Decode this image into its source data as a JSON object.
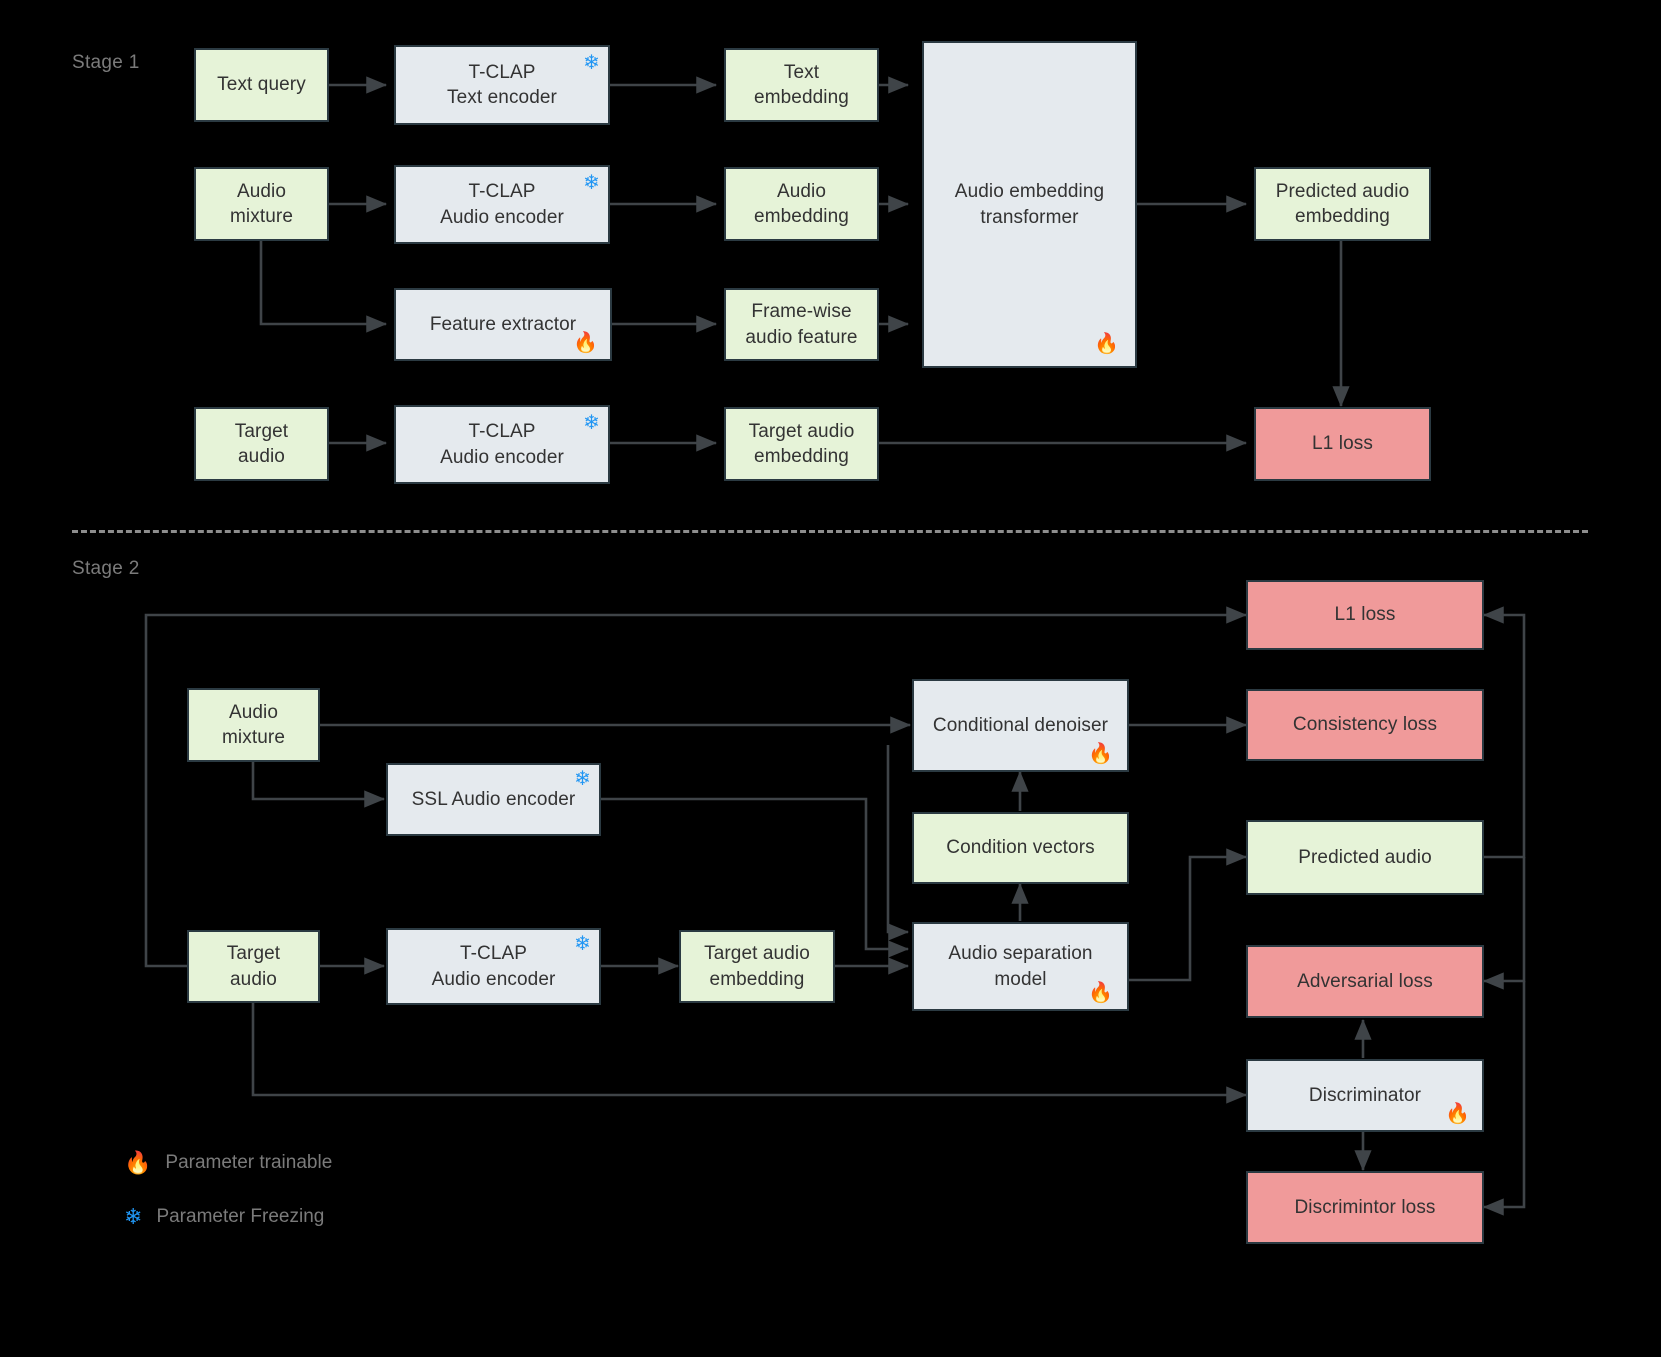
{
  "figure": {
    "stage1_label": "Stage 1",
    "stage2_label": "Stage 2"
  },
  "icons": {
    "trainable": "🔥",
    "frozen": "❄",
    "trainable_name": "fire-icon",
    "frozen_name": "snowflake-icon"
  },
  "colors": {
    "green": "#e6f3d8",
    "grey": "#e5eaee",
    "pink": "#f09a9a",
    "border": "#2b3a42",
    "wire": "#3f4448",
    "label_text": "#7b7b7b",
    "node_text": "#333333",
    "snowflake": "#2196f3",
    "background": "#000000"
  },
  "legend": [
    {
      "icon": "🔥",
      "label": "Parameter trainable",
      "kind": "fire"
    },
    {
      "icon": "❄",
      "label": "Parameter Freezing",
      "kind": "snow"
    }
  ],
  "stage1": {
    "nodes": [
      {
        "id": "text-query",
        "label": "Text query",
        "style": "green",
        "badge": "none"
      },
      {
        "id": "tclap-text-encoder",
        "label": "T-CLAP\nText encoder",
        "style": "grey",
        "badge": "frozen"
      },
      {
        "id": "text-embedding",
        "label": "Text\nembedding",
        "style": "green",
        "badge": "none"
      },
      {
        "id": "audio-mixture",
        "label": "Audio\nmixture",
        "style": "green",
        "badge": "none"
      },
      {
        "id": "tclap-audio-encoder",
        "label": "T-CLAP\nAudio encoder",
        "style": "grey",
        "badge": "frozen"
      },
      {
        "id": "audio-embedding",
        "label": "Audio\nembedding",
        "style": "green",
        "badge": "none"
      },
      {
        "id": "feature-extractor",
        "label": "Feature extractor",
        "style": "grey",
        "badge": "trainable"
      },
      {
        "id": "frame-wise-feature",
        "label": "Frame-wise\naudio feature",
        "style": "green",
        "badge": "none"
      },
      {
        "id": "audio-embedding-transformer",
        "label": "Audio embedding\ntransformer",
        "style": "grey",
        "badge": "trainable"
      },
      {
        "id": "predicted-audio-embedding",
        "label": "Predicted audio\nembedding",
        "style": "green",
        "badge": "none"
      },
      {
        "id": "target-audio",
        "label": "Target\naudio",
        "style": "green",
        "badge": "none"
      },
      {
        "id": "tclap-audio-encoder-2",
        "label": "T-CLAP\nAudio encoder",
        "style": "grey",
        "badge": "frozen"
      },
      {
        "id": "target-audio-embedding",
        "label": "Target audio\nembedding",
        "style": "green",
        "badge": "none"
      },
      {
        "id": "l1-loss",
        "label": "L1 loss",
        "style": "pink",
        "badge": "none"
      }
    ]
  },
  "stage2": {
    "nodes": [
      {
        "id": "audio-mixture-2",
        "label": "Audio\nmixture",
        "style": "green",
        "badge": "none"
      },
      {
        "id": "ssl-audio-encoder",
        "label": "SSL Audio encoder",
        "style": "grey",
        "badge": "frozen"
      },
      {
        "id": "target-audio-2",
        "label": "Target\naudio",
        "style": "green",
        "badge": "none"
      },
      {
        "id": "tclap-audio-encoder-3",
        "label": "T-CLAP\nAudio encoder",
        "style": "grey",
        "badge": "frozen"
      },
      {
        "id": "target-audio-embedding-2",
        "label": "Target audio\nembedding",
        "style": "green",
        "badge": "none"
      },
      {
        "id": "conditional-denoiser",
        "label": "Conditional denoiser",
        "style": "grey",
        "badge": "trainable"
      },
      {
        "id": "condition-vectors",
        "label": "Condition vectors",
        "style": "green",
        "badge": "none"
      },
      {
        "id": "audio-separation-model",
        "label": "Audio separation\nmodel",
        "style": "grey",
        "badge": "trainable"
      },
      {
        "id": "l1-loss-2",
        "label": "L1 loss",
        "style": "pink",
        "badge": "none"
      },
      {
        "id": "consistency-loss",
        "label": "Consistency loss",
        "style": "pink",
        "badge": "none"
      },
      {
        "id": "predicted-audio",
        "label": "Predicted audio",
        "style": "green",
        "badge": "none"
      },
      {
        "id": "adversarial-loss",
        "label": "Adversarial loss",
        "style": "pink",
        "badge": "none"
      },
      {
        "id": "discriminator",
        "label": "Discriminator",
        "style": "grey",
        "badge": "trainable"
      },
      {
        "id": "discrimintor-loss",
        "label": "Discrimintor loss",
        "style": "pink",
        "badge": "none"
      }
    ]
  }
}
